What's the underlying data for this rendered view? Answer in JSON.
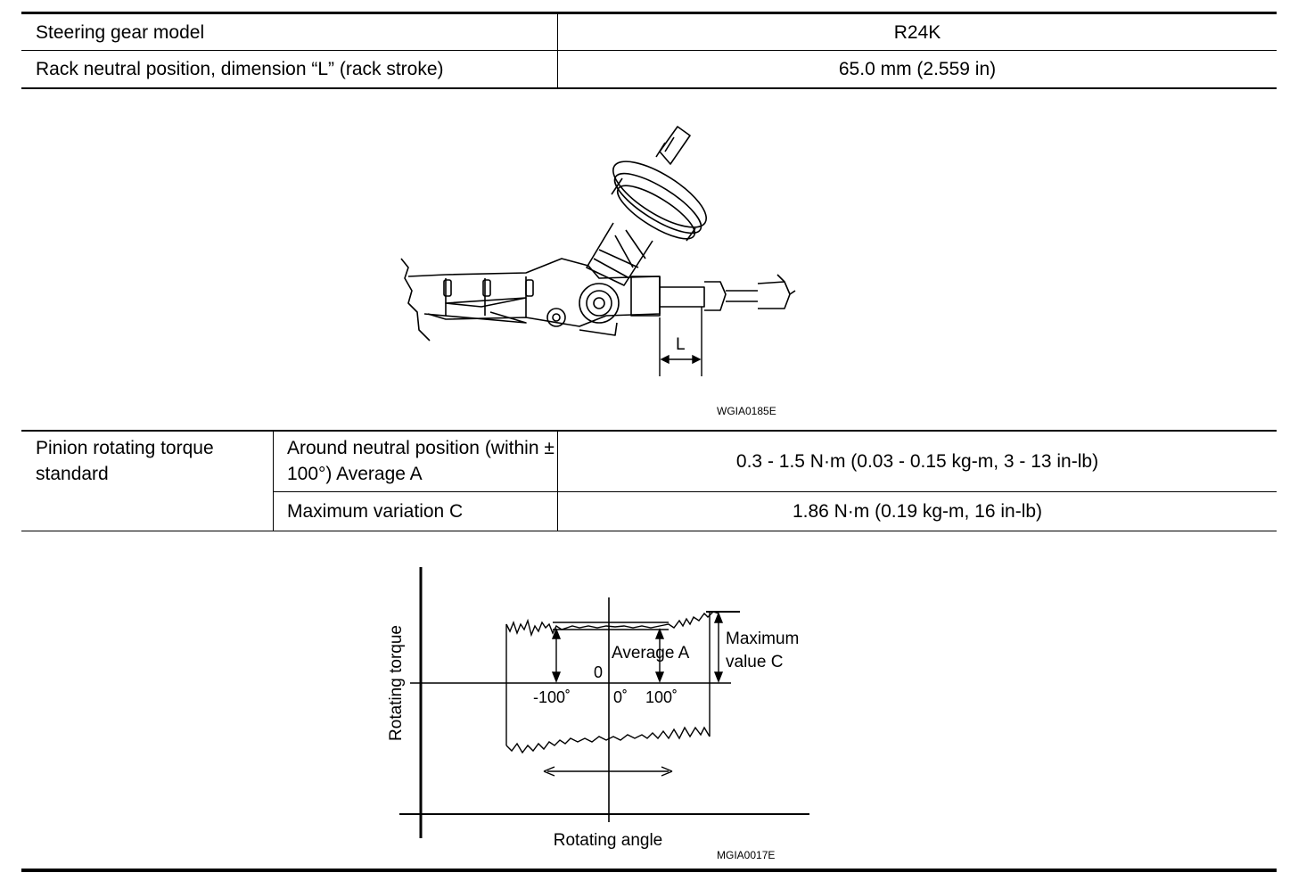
{
  "table1": {
    "rows": [
      {
        "label": "Steering gear model",
        "value": "R24K"
      },
      {
        "label": "Rack neutral position, dimension “L” (rack stroke)",
        "value": "65.0 mm (2.559 in)"
      }
    ]
  },
  "figure1": {
    "dimension_label": "L",
    "figure_code": "WGIA0185E"
  },
  "table2": {
    "group_label": "Pinion rotating torque standard",
    "rows": [
      {
        "condition": "Around neutral position (within ± 100°) Average A",
        "value": "0.3 - 1.5 N·m (0.03 - 0.15 kg-m, 3 - 13 in-lb)"
      },
      {
        "condition": "Maximum variation C",
        "value": "1.86 N·m (0.19 kg-m, 16 in-lb)"
      }
    ]
  },
  "figure2": {
    "y_axis_label": "Rotating torque",
    "x_axis_label": "Rotating angle",
    "origin_label": "0",
    "average_label": "Average A",
    "maximum_label_line1": "Maximum",
    "maximum_label_line2": "value C",
    "tick_minus100": "-100˚",
    "tick_0": "0˚",
    "tick_100": "100˚",
    "figure_code": "MGIA0017E"
  }
}
